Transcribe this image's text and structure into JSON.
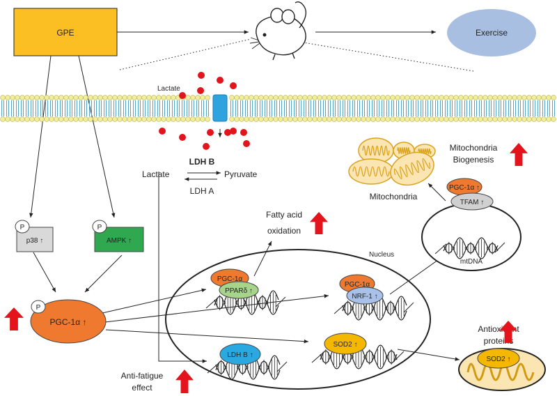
{
  "colors": {
    "gpe": "#fbbf24",
    "exercise": "#a9bfe2",
    "membrane_head": "#f2ee9a",
    "membrane_tail": "#4fa3c7",
    "channel": "#2ea3dd",
    "lactate_dot": "#e3141b",
    "pgc": "#ef7a2f",
    "ampk": "#2fa84f",
    "p38": "#d9d9d9",
    "ppard": "#a6d48a",
    "nrf": "#a9c1e8",
    "ldhb": "#2aa8e0",
    "sod2": "#f5b800",
    "tfam": "#d0d0d0",
    "mito_fill": "#fbe6b3",
    "mito_line": "#d9a21b",
    "up_arrow": "#e3141b",
    "sod_mito_fill": "#fbe6b3",
    "sod_mito_line": "#d19a10"
  },
  "icons": [
    "mouse-icon",
    "dna-icon",
    "mitochondria-icon",
    "up-arrow-icon"
  ],
  "labels": {
    "gpe": "GPE",
    "exercise": "Exercise",
    "lactate_top": "Lactate",
    "lactate": "Lactate",
    "ldh_b": "LDH B",
    "ldh_a": "LDH A",
    "pyruvate": "Pyruvate",
    "p": "P",
    "p38": "p38 ↑",
    "ampk": "AMPK ↑",
    "pgc_main": "PGC-1α ↑",
    "nucleus": "Nucleus",
    "pgc_ppard": "PGC-1α",
    "ppard": "PPARδ ↑",
    "pgc_nrf": "PGC-1α",
    "nrf1": "NRF-1 ↑",
    "ldhb_gene": "LDH B ↑",
    "sod2_gene": "SOD2 ↑",
    "fatty_1": "Fatty acid",
    "fatty_2": "oxidation",
    "mito_label": "Mitochondria",
    "mito_bio_1": "Mitochondria",
    "mito_bio_2": "Biogenesis",
    "pgc_tfam": "PGC-1α ↑",
    "tfam": "TFAM ↑",
    "mtdna": "mtDNA",
    "antiox_1": "Antioxidant",
    "antiox_2": "proteins",
    "sod2_mito": "SOD2 ↑",
    "antifatigue_1": "Anti-fatigue",
    "antifatigue_2": "effect"
  }
}
